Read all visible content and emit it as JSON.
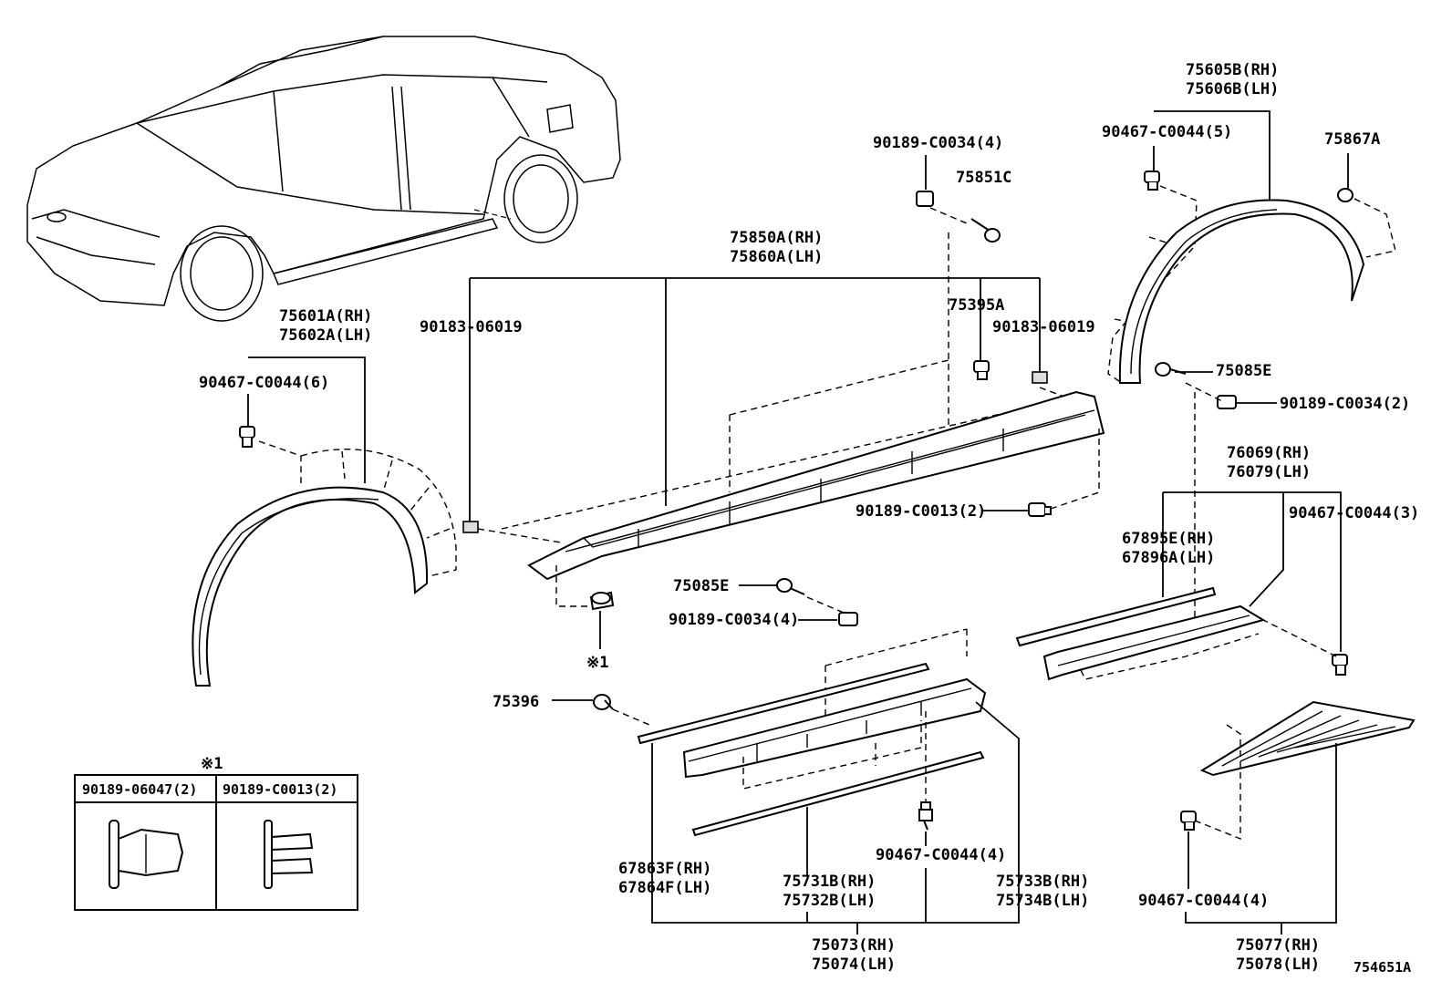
{
  "diagram_id": "754651A",
  "callouts": {
    "front_arch": {
      "rh": "75601A(RH)",
      "lh": "75602A(LH)"
    },
    "front_arch_clip": "90467-C0044(6)",
    "rocker": {
      "rh": "75850A(RH)",
      "lh": "75860A(LH)"
    },
    "rocker_left_clip": "90183-06019",
    "rocker_right_clip": "90183-06019",
    "rocker_nut_clip": "90189-C0034(4)",
    "rocker_screw": "75851C",
    "rocker_fastener": "75395A",
    "rocker_bottom_clip": "90189-C0013(2)",
    "rocker_note_mark": "※1",
    "rear_arch": {
      "rh": "75605B(RH)",
      "lh": "75606B(LH)"
    },
    "rear_arch_clip": "90467-C0044(5)",
    "rear_arch_fastener": "75867A",
    "rear_screw": "75085E",
    "rear_nut_clip": "90189-C0034(2)",
    "rear_lower": {
      "rh": "76069(RH)",
      "lh": "76079(LH)"
    },
    "rear_lower_strip": {
      "rh": "67895E(RH)",
      "lh": "67896A(LH)"
    },
    "rear_lower_clip": "90467-C0044(3)",
    "door_screw": "75085E",
    "door_nut_clip": "90189-C0034(4)",
    "door_fastener": "75396",
    "door_clip": "90467-C0044(4)",
    "door_strip_a": {
      "rh": "67863F(RH)",
      "lh": "67864F(LH)"
    },
    "door_strip_b": {
      "rh": "75731B(RH)",
      "lh": "75732B(LH)"
    },
    "door_strip_c": {
      "rh": "75733B(RH)",
      "lh": "75734B(LH)"
    },
    "door_assy": {
      "rh": "75073(RH)",
      "lh": "75074(LH)"
    },
    "rear_door_clip": "90467-C0044(4)",
    "rear_door_assy": {
      "rh": "75077(RH)",
      "lh": "75078(LH)"
    }
  },
  "legend_table": {
    "mark": "※1",
    "columns": [
      "90189-06047(2)",
      "90189-C0013(2)"
    ]
  }
}
